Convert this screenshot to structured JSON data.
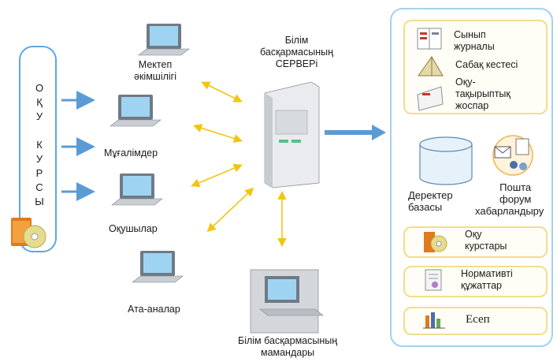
{
  "left_column": {
    "courses_label_letters": [
      "О",
      "Қ",
      "У",
      "",
      "К",
      "У",
      "Р",
      "С",
      "Ы"
    ]
  },
  "users": [
    {
      "label": "Мектеп әкімшілігі",
      "line1": "Мектеп",
      "line2": "әкімшілігі"
    },
    {
      "label": "Мұғалімдер"
    },
    {
      "label": "Оқушылар"
    },
    {
      "label": "Ата-аналар"
    }
  ],
  "server": {
    "line1": "Білім",
    "line2": "басқармасының",
    "line3": "СЕРВЕРі"
  },
  "specialists": {
    "line1": "Білім басқармасының",
    "line2": "мамандары"
  },
  "right_panel": {
    "group_items": [
      {
        "line1": "Сынып",
        "line2": "журналы"
      },
      {
        "line1": "Сабақ кестесі"
      },
      {
        "line1": "Оқу-",
        "line2": "тақырыптық",
        "line3": "жоспар"
      }
    ],
    "database": {
      "line1": "Деректер",
      "line2": "базасы"
    },
    "mail": {
      "line1": "Пошта",
      "line2": "форум",
      "line3": "хабарландыру"
    },
    "courses": {
      "line1": "Оқу",
      "line2": "курстары"
    },
    "normative": {
      "line1": "Нормативті",
      "line2": "құжаттар"
    },
    "report": {
      "line1": "Есеп"
    }
  }
}
